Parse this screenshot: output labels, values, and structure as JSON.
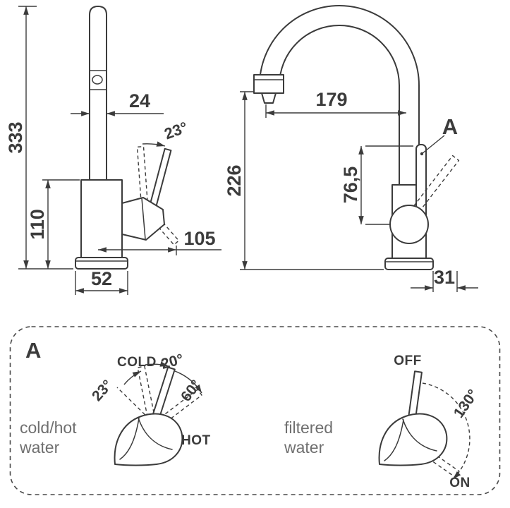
{
  "side_view": {
    "dim_height": "333",
    "dim_spout_width": "24",
    "dim_handle_angle": "23°",
    "dim_body_height": "110",
    "dim_reach": "105",
    "dim_base_width": "52"
  },
  "front_view": {
    "dim_spout_reach": "179",
    "dim_spout_height": "226",
    "dim_handle_height": "76,5",
    "dim_base_offset": "31",
    "detail_ref": "A"
  },
  "detail_panel": {
    "label": "A",
    "cold_hot": {
      "caption_line1": "cold/hot",
      "caption_line2": "water",
      "tilt_angle": "23°",
      "cold_label": "COLD",
      "cold_angle": "20°",
      "swing_angle": "60°",
      "hot_label": "HOT"
    },
    "filtered": {
      "caption_line1": "filtered",
      "caption_line2": "water",
      "off_label": "OFF",
      "swing_angle": "130°",
      "on_label": "ON"
    }
  }
}
